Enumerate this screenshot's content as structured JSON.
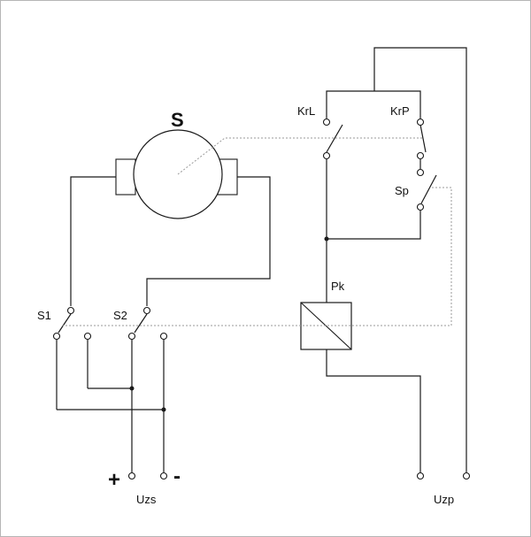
{
  "labels": {
    "motor": "S",
    "switch_s1": "S1",
    "switch_s2": "S2",
    "limit_krl": "KrL",
    "limit_krp": "KrP",
    "switch_sp": "Sp",
    "relay_pk": "Pk",
    "supply_uzs": "Uzs",
    "supply_uzp": "Uzp",
    "plus": "+",
    "minus": "-"
  }
}
